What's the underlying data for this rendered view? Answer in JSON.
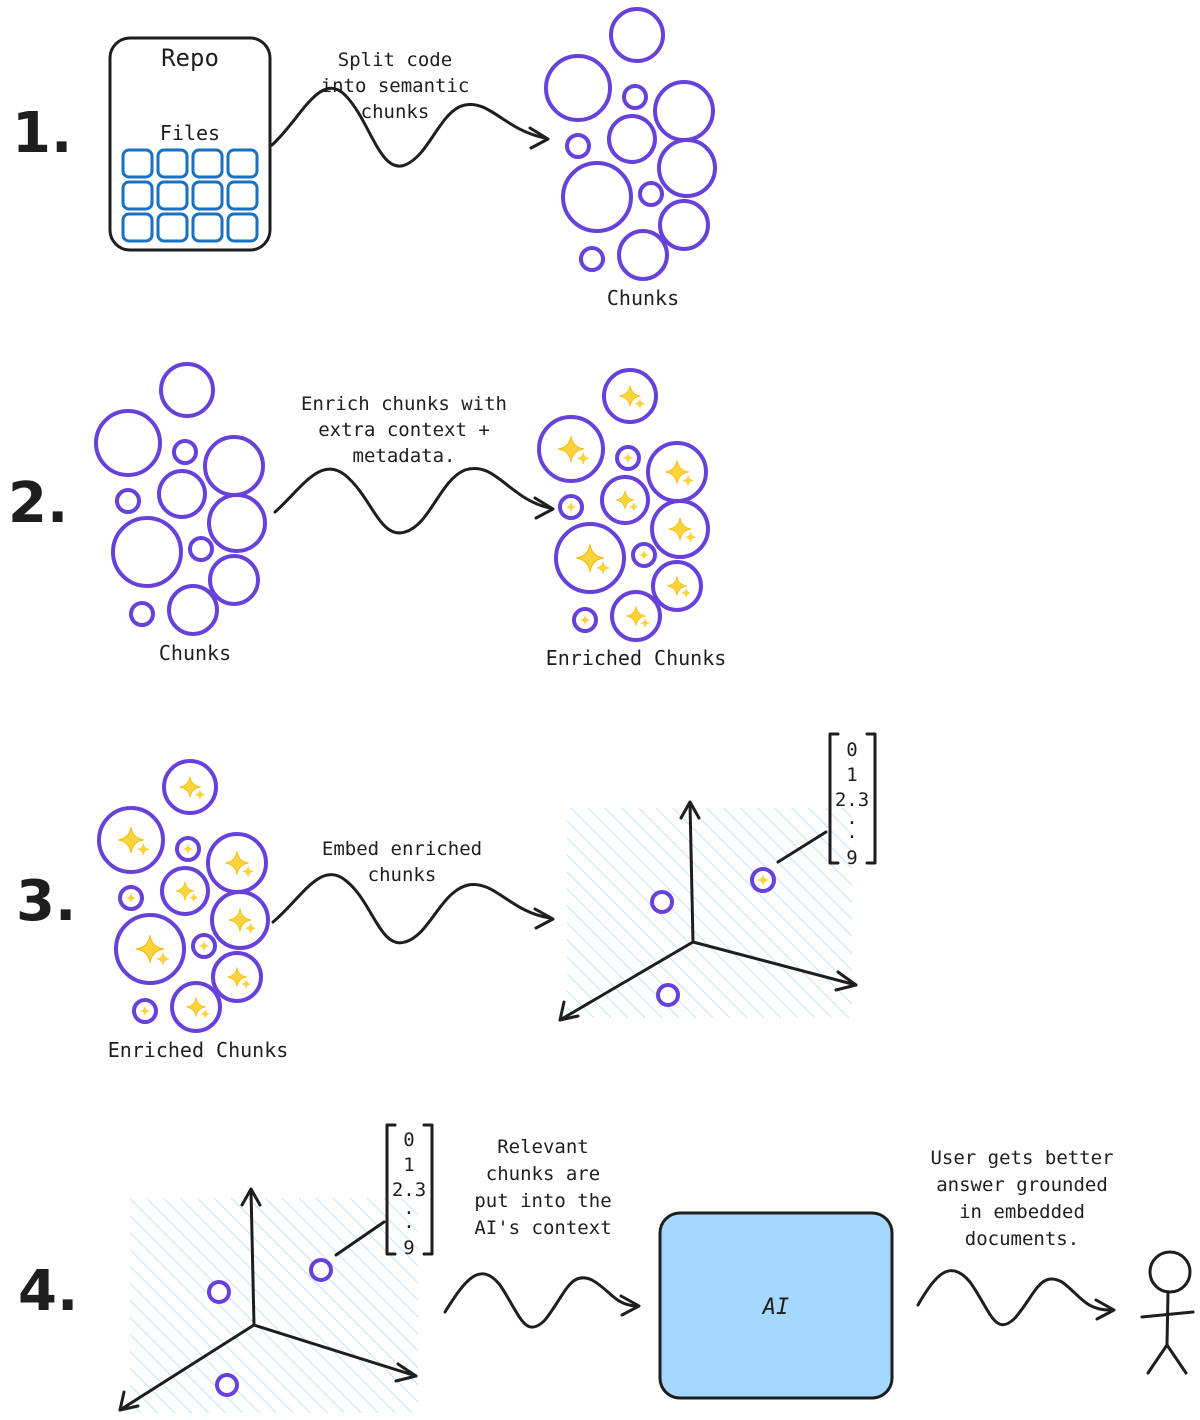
{
  "steps": [
    {
      "number": "1.",
      "repo_title": "Repo",
      "files_label": "Files",
      "caption": [
        "Split code",
        "into semantic",
        "chunks"
      ],
      "output_label": "Chunks"
    },
    {
      "number": "2.",
      "input_label": "Chunks",
      "caption": [
        "Enrich chunks with",
        "extra context +",
        "metadata."
      ],
      "output_label": "Enriched Chunks"
    },
    {
      "number": "3.",
      "input_label": "Enriched Chunks",
      "caption": [
        "Embed enriched",
        "chunks"
      ],
      "vector": [
        "0",
        "1",
        "2.3",
        ".",
        ".",
        "9"
      ]
    },
    {
      "number": "4.",
      "vector": [
        "0",
        "1",
        "2.3",
        ".",
        ".",
        "9"
      ],
      "caption_retrieve": [
        "Relevant",
        "chunks are",
        "put into the",
        "AI's context"
      ],
      "ai_label": "AI",
      "caption_answer": [
        "User gets better",
        "answer grounded",
        "in embedded",
        "documents."
      ]
    }
  ],
  "colors": {
    "ink": "#1e1e1e",
    "chunk_stroke": "#6741d9",
    "file_stroke": "#1971c2",
    "ai_fill": "#a5d8ff",
    "hatch": "#a5d8ff",
    "sparkle": "#ffd43b"
  },
  "icons": [
    "sparkle-icon",
    "person-icon"
  ]
}
